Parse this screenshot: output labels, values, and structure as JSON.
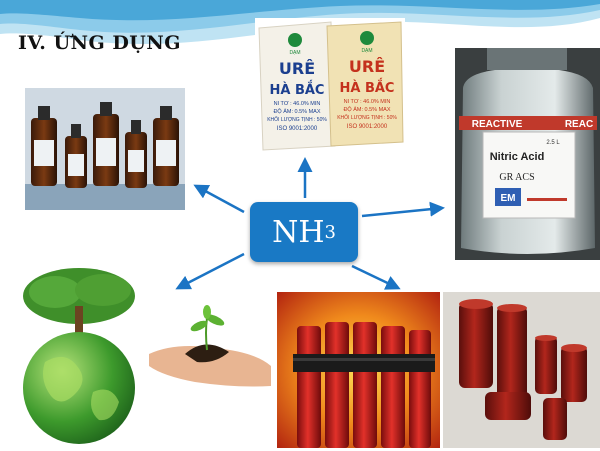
{
  "slide": {
    "title": "IV. ỨNG DỤNG",
    "accent_color": "#1979c5",
    "arrow_color": "#1b74c4"
  },
  "center": {
    "formula_main": "NH",
    "formula_sub": "3"
  },
  "fertilizer": {
    "bag1": {
      "logo_text": "DẠM",
      "brand": "URÊ",
      "origin": "HÀ BẮC",
      "spec1": "NI TƠ : 46.0% MIN",
      "spec2": "ĐỘ ẨM: 0.5% MAX",
      "spec3": "KHỐI LƯỢNG TỊNH : 50%",
      "spec4": "ISO 9001:2000"
    },
    "bag2": {
      "logo_text": "DẠM",
      "brand": "URÊ",
      "origin": "HÀ BẮC",
      "spec1": "NI TƠ : 46.0% MIN",
      "spec2": "ĐỘ ẨM: 0.5% MAX",
      "spec3": "KHỐI LƯỢNG TỊNH : 50%",
      "spec4": "ISO 9001:2000"
    }
  },
  "nitric_acid_bottle": {
    "band_text": "REACTIVE",
    "band_text_right": "REAC",
    "product": "Nitric Acid",
    "grade": "GR   ACS",
    "volume": "2.5 L",
    "brand_mark": "EM"
  }
}
